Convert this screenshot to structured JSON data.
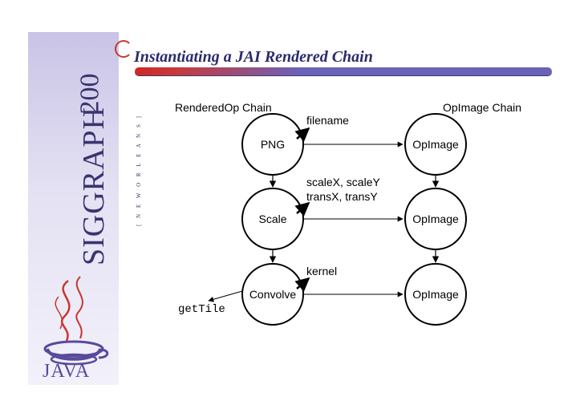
{
  "slide": {
    "title": "Instantiating a JAI Rendered Chain"
  },
  "sidebar": {
    "conference": "SIGGRAPH",
    "year": "200",
    "location": "[ N E W   O R L E A N S ]",
    "logo_word": "JAVA",
    "logo_icon": "java-coffee-cup-icon"
  },
  "diagram": {
    "left_header": "RenderedOp Chain",
    "right_header": "OpImage Chain",
    "left_nodes": [
      "PNG",
      "Scale",
      "Convolve"
    ],
    "right_nodes": [
      "OpImage",
      "OpImage",
      "OpImage"
    ],
    "params": [
      [
        "filename"
      ],
      [
        "scaleX, scaleY",
        "transX, transY"
      ],
      [
        "kernel"
      ]
    ],
    "call_label": "getTile"
  }
}
